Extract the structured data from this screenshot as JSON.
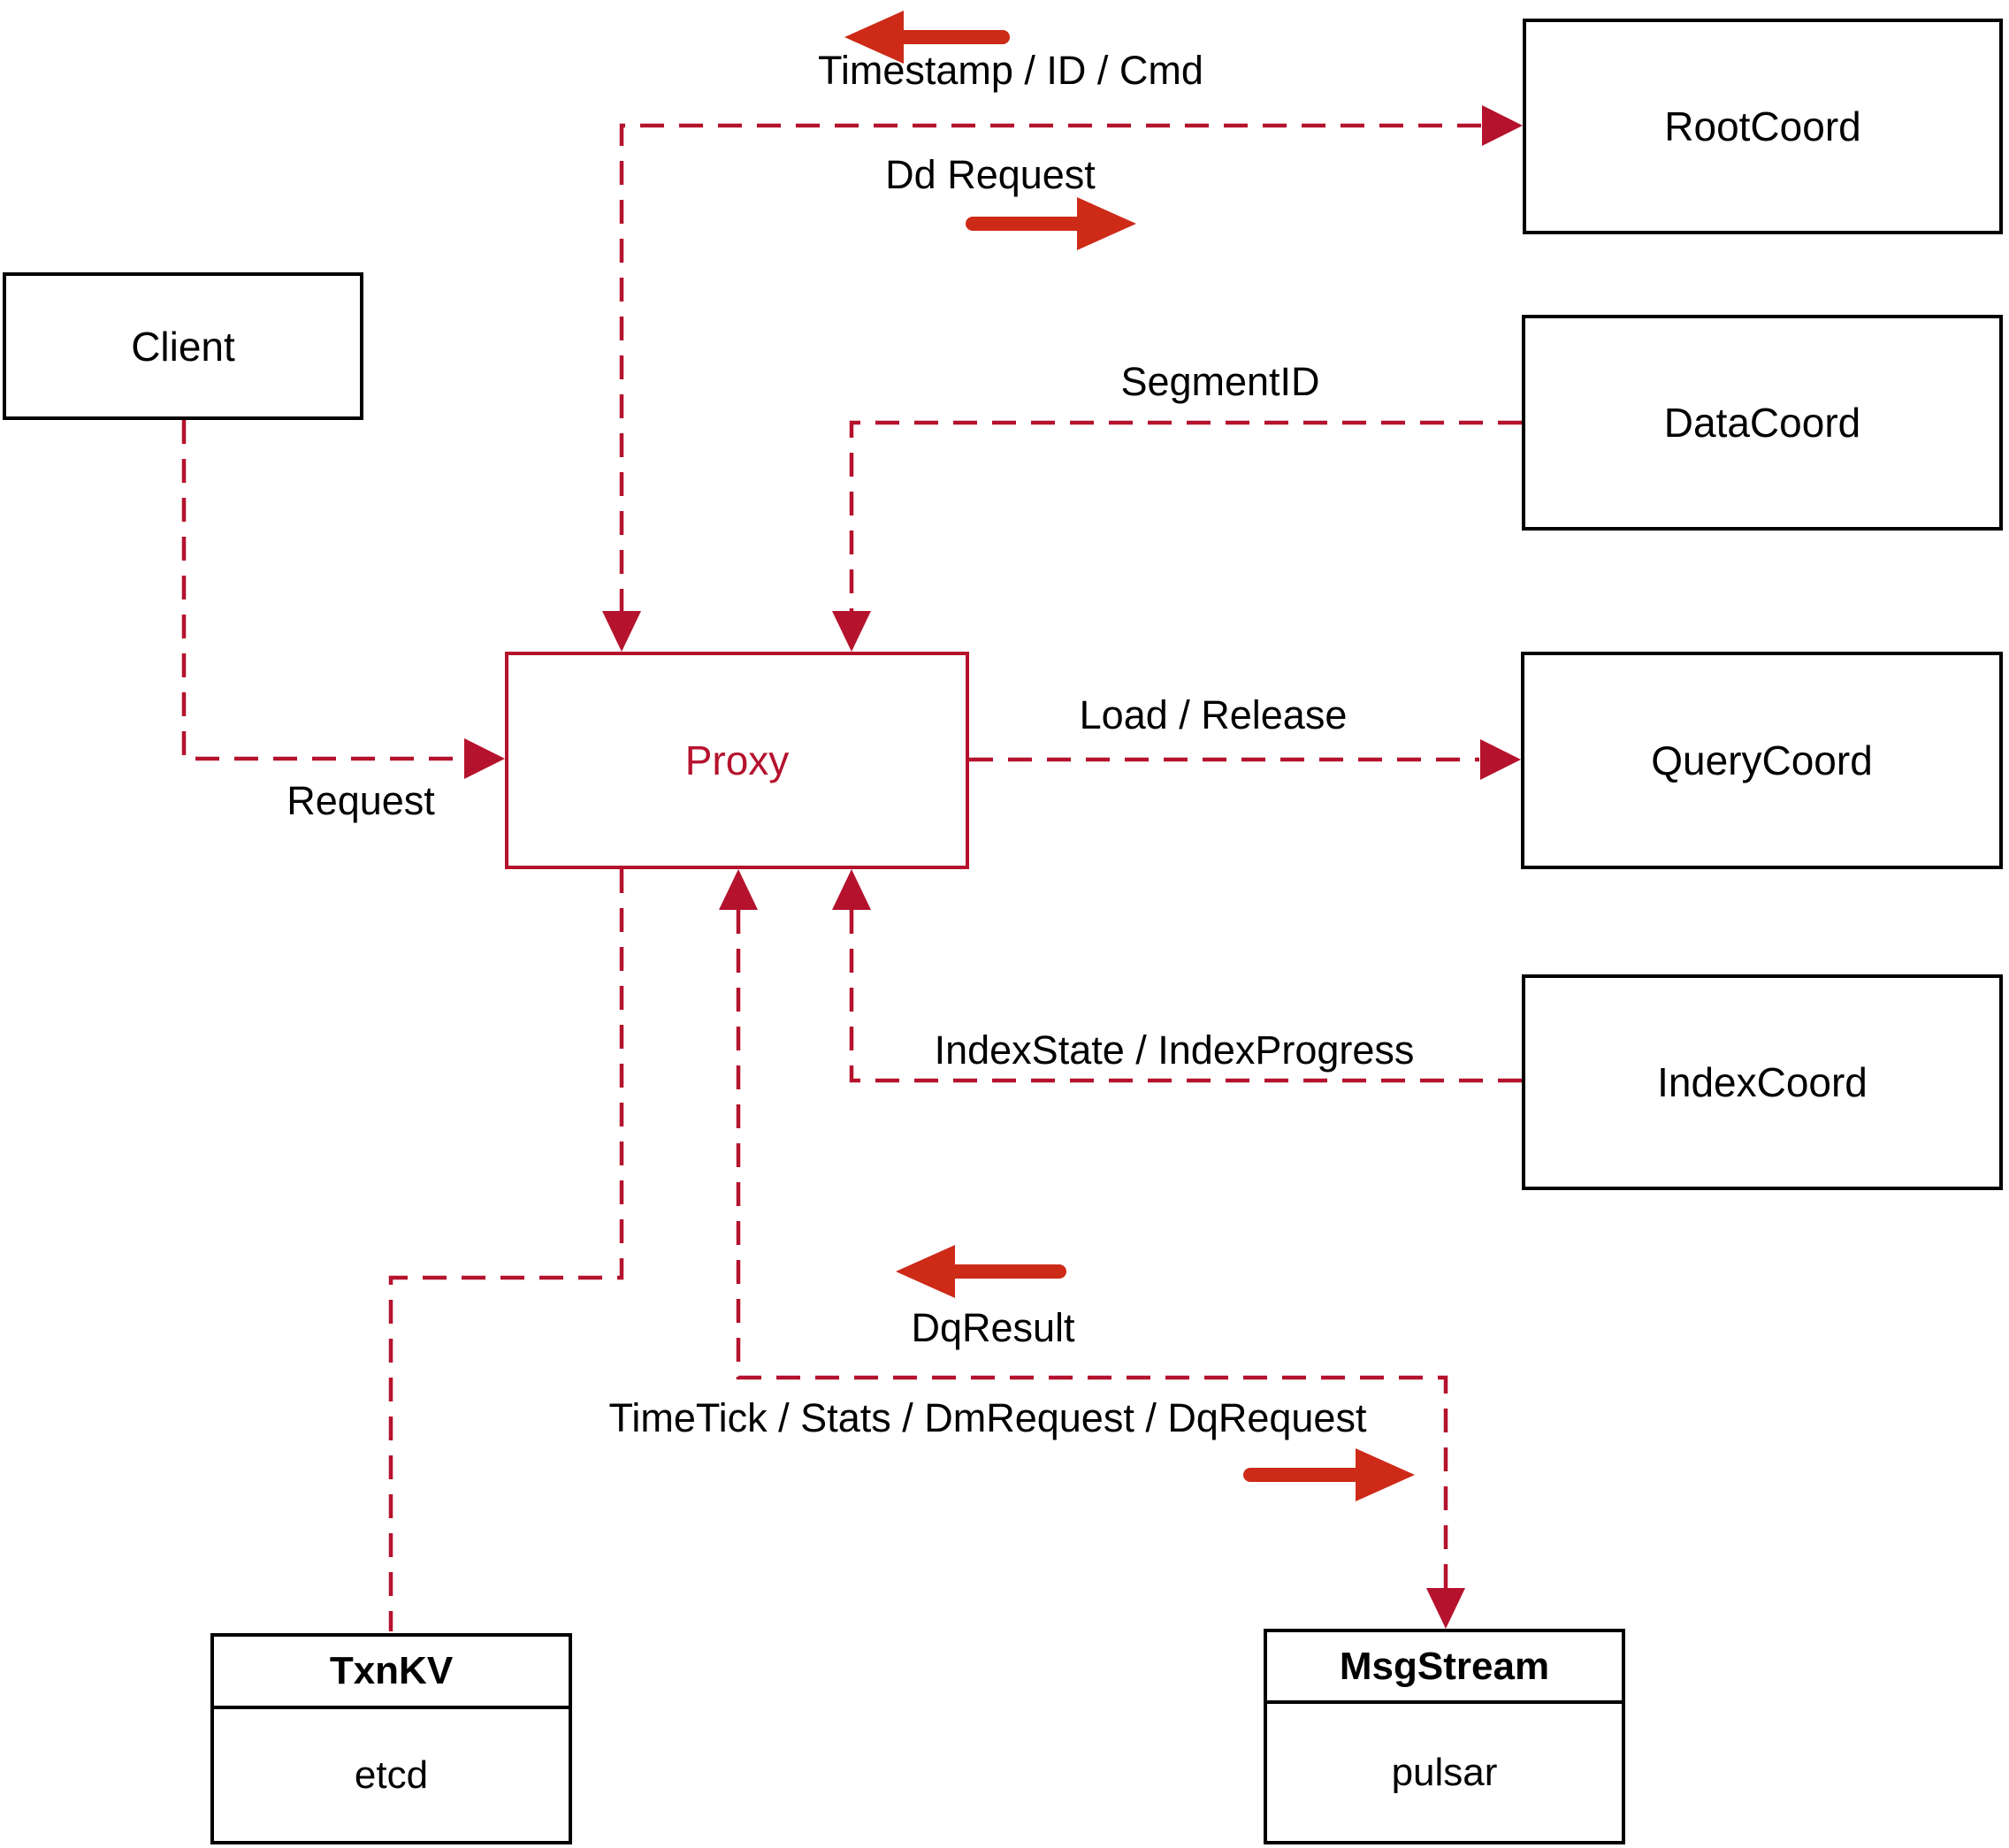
{
  "diagram": {
    "nodes": {
      "client": {
        "label": "Client"
      },
      "rootcoord": {
        "label": "RootCoord"
      },
      "datacoord": {
        "label": "DataCoord"
      },
      "querycoord": {
        "label": "QueryCoord"
      },
      "indexcoord": {
        "label": "IndexCoord"
      },
      "proxy": {
        "label": "Proxy"
      },
      "txnkv": {
        "title": "TxnKV",
        "subtitle": "etcd"
      },
      "msgstream": {
        "title": "MsgStream",
        "subtitle": "pulsar"
      }
    },
    "edge_labels": {
      "timestamp_id_cmd": "Timestamp / ID / Cmd",
      "dd_request": "Dd Request",
      "segment_id": "SegmentID",
      "request": "Request",
      "load_release": "Load / Release",
      "index_state_progress": "IndexState / IndexProgress",
      "dq_result": "DqResult",
      "timetick_stats": "TimeTick / Stats / DmRequest / DqRequest"
    },
    "colors": {
      "line_red": "#b5122d",
      "arrow_red": "#cd2a18",
      "box_border": "#000000",
      "text_black": "#000000",
      "background": "#ffffff"
    }
  }
}
